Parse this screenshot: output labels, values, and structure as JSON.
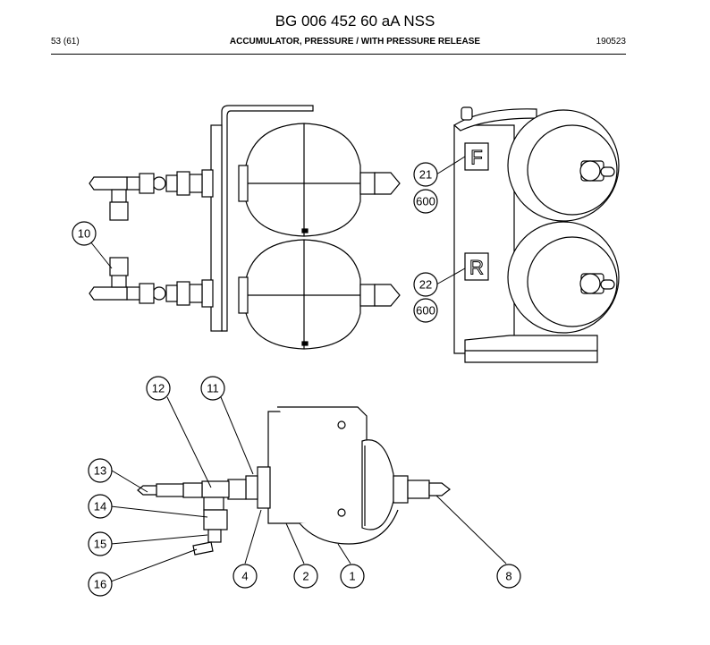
{
  "header": {
    "doc_title": "BG 006 452 60 aA NSS",
    "page_ref": "53 (61)",
    "section_title": "ACCUMULATOR, PRESSURE / WITH PRESSURE RELEASE",
    "doc_date": "190523"
  },
  "plate_letters": {
    "upper": "F",
    "lower": "R"
  },
  "callouts": [
    {
      "key": "c10",
      "label": "10"
    },
    {
      "key": "c21",
      "label": "21"
    },
    {
      "key": "c600a",
      "label": "600"
    },
    {
      "key": "c22",
      "label": "22"
    },
    {
      "key": "c600b",
      "label": "600"
    },
    {
      "key": "c12",
      "label": "12"
    },
    {
      "key": "c11",
      "label": "11"
    },
    {
      "key": "c13",
      "label": "13"
    },
    {
      "key": "c14",
      "label": "14"
    },
    {
      "key": "c15",
      "label": "15"
    },
    {
      "key": "c16",
      "label": "16"
    },
    {
      "key": "c4",
      "label": "4"
    },
    {
      "key": "c2",
      "label": "2"
    },
    {
      "key": "c1",
      "label": "1"
    },
    {
      "key": "c8",
      "label": "8"
    }
  ]
}
